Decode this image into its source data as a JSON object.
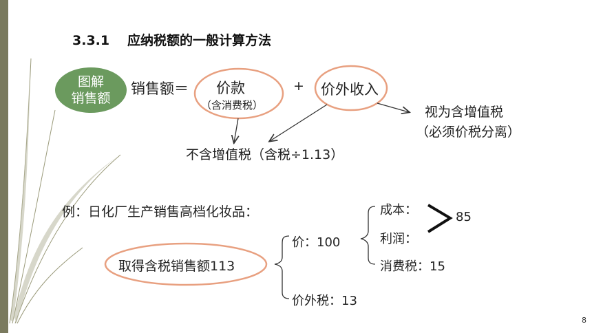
{
  "slide": {
    "section_number": "3.3.1",
    "title": "应纳税额的一般计算方法",
    "page_number": "8"
  },
  "diagram1": {
    "badge_line1": "图解",
    "badge_line2": "销售额",
    "lhs": "销售额＝",
    "price_label": "价款",
    "price_note": "（含消费税）",
    "plus": "+",
    "extra_label": "价外收入",
    "rule_line1": "视为含增值税",
    "rule_line2": "（必须价税分离）",
    "result": "不含增值税（含税÷1.13）"
  },
  "diagram2": {
    "example": "例：日化厂生产销售高档化妆品：",
    "total": "取得含税销售额113",
    "price": "价：100",
    "cost": "成本：",
    "profit": "利润：",
    "cost_profit_sum": "85",
    "consumption_tax": "消费税：15",
    "extra_tax": "价外税：13"
  },
  "colors": {
    "oval_stroke": "#e8a080",
    "badge_fill": "#6b9a5e",
    "sidebar": "#7a7a5e"
  }
}
